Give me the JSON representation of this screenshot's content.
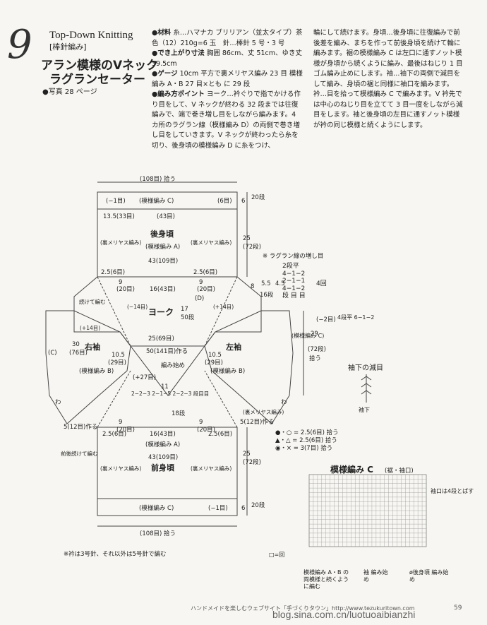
{
  "header": {
    "pattern_number": "9",
    "series": "Top-Down Knitting",
    "kind": "[棒針編み]",
    "title_line1": "アラン模様のVネック",
    "title_line2": "ラグランセーター",
    "photo_ref": "●写真 28 ページ"
  },
  "instructions_col1": [
    {
      "lead": "●材料",
      "text": "糸…ハマナカ ブリリアン（並太タイプ）茶色（12）210g=6 玉　針…棒針 5 号・3 号"
    },
    {
      "lead": "●でき上がり寸法",
      "text": "胸囲 86cm、丈 51cm、ゆき丈 39.5cm"
    },
    {
      "lead": "●ゲージ",
      "text": "10cm 平方で裏メリヤス編み 23 目 模様編み A・B 27 目×とも に 29 段"
    },
    {
      "lead": "●編み方ポイント",
      "text": "ヨーク…衿ぐりで指でかける作り目をして、V ネックが終わる 32 段までは往復編みで、端で巻き増し目をしながら編みます。4 カ所のラグラン線（模様編み D）の両側で巻き増し目をしていきます。V ネックが終わったら糸を切り、後身頃の模様編み D に糸をつけ、"
    }
  ],
  "instructions_col2": "輪にして続けます。身頃…後身頃に往復編みで前後差を編み、まちを作って前後身頃を続けて輪に編みます。裾の模様編み C は左口に通すノット模様が身頃から続くように編み、最後はねじり 1 目ゴム編み止めにします。袖…袖下の両側で減目をして編み、身頃の裾と同様に袖口を編みます。衿…目を拾って模様編み C で編みます。V 衿先では中心のねじり目を立てて 3 目一度をしながら減目をします。袖と後身頃の左目に通すノット模様が衿の同じ模様と続くようにします。",
  "diagram": {
    "top_pickup": "(108目) 拾う",
    "bottom_pickup": "(108目) 拾う",
    "back_pattern_c": "(模様編み C)",
    "front_pattern_c": "(模様編み C)",
    "minus1_top": "(−1目)",
    "minus1_bottom": "(−1目)",
    "six_top": "(6目)",
    "dim_20dan_top": "20段",
    "six_cm_top": "6",
    "dim_20dan_bottom": "20段",
    "six_cm_bottom": "6",
    "back_shoulder": "13.5(33目)",
    "back_neck": "(43目)",
    "back_body": "後身頃",
    "back_pattern_a": "(模様編み A)",
    "ura_meriyasu": "(裏メリヤス編み)",
    "back_width": "43(109目)",
    "dim_25": "25",
    "dim_72dan": "(72段)",
    "ragl_2_5_6": "2.5(6目)",
    "nine_20": "9",
    "twenty_moku": "(20目)",
    "yoke_16": "16(43目)",
    "yoke": "ヨーク",
    "yoke_25": "25(69目)",
    "yoke_50": "50(141目)作る",
    "start_knit": "編み始め",
    "d_label": "(D)",
    "left_sleeve": "左袖",
    "right_sleeve": "右袖",
    "pattern_b": "(模様編み B)",
    "sleeve_30": "30",
    "sleeve_76": "(76目)",
    "sleeve_10_5": "10.5",
    "sleeve_29": "(29目)",
    "c_label": "(C)",
    "pattern_c_v": "(模様編み C)",
    "front_body": "前身頃",
    "front_pattern_a": "(模様編み A)",
    "front_width": "43(109目)",
    "front_16": "16(43目)",
    "five_12": "5(12目)作る",
    "front_note": "前後続けて編む",
    "sleeve_note": "続けて編む",
    "plus14": "(+14目)",
    "minus14": "(−14目)",
    "wa": "わ",
    "sleeve_29_cm": "29",
    "sleeve_72": "(72段)",
    "pick": "拾う",
    "minus2": "(−2目)",
    "sleeve_dec": "4段平 6−1−2",
    "v_steps": "2−2−3 2−1−5 2−2−3 段目目",
    "v_plus27": "(+27目)",
    "v_11": "11",
    "v_18dan": "18段",
    "rag_5_5": "5.5",
    "rag_4_5": "4.5",
    "rag_16dan": "16段",
    "eight": "8",
    "rag_dim_1": "17",
    "rag_dim_2": "50段"
  },
  "raglan": {
    "title": "※ ラグラン線の増し目",
    "lines": [
      "2段平",
      "4−1−2",
      "2−1−1",
      "4−1−2",
      "段 目 目"
    ],
    "arrow": "4回"
  },
  "sleeve_dec": {
    "title": "袖下の減目",
    "label": "袖下"
  },
  "legend": [
    "●・○ = 2.5(6目) 拾う",
    "▲・△ = 2.5(6目) 拾う",
    "◉・× = 3(7目) 拾う"
  ],
  "chart": {
    "title": "模様編み C",
    "subtitle": "(裾・袖口)",
    "note_top": "袖口は4段とばす",
    "note_symbol": "□=回",
    "note_ab": "模様編み A・B の両模様と続くように編む",
    "note_sleeve": "袖 編み始め",
    "note_back": "ø後身頃 編み始め"
  },
  "bottom_note": "※衿は3号針、それ以外は5号針で編む",
  "footer": {
    "text": "ハンドメイドを楽しむウェブサイト「手づくりタウン」http://www.tezukuritown.com",
    "page": "59",
    "watermark": "blog.sina.com.cn/luotuoaibianzhi"
  },
  "colors": {
    "paper": "#f7f6f2",
    "ink": "#222222",
    "line": "#444444"
  }
}
